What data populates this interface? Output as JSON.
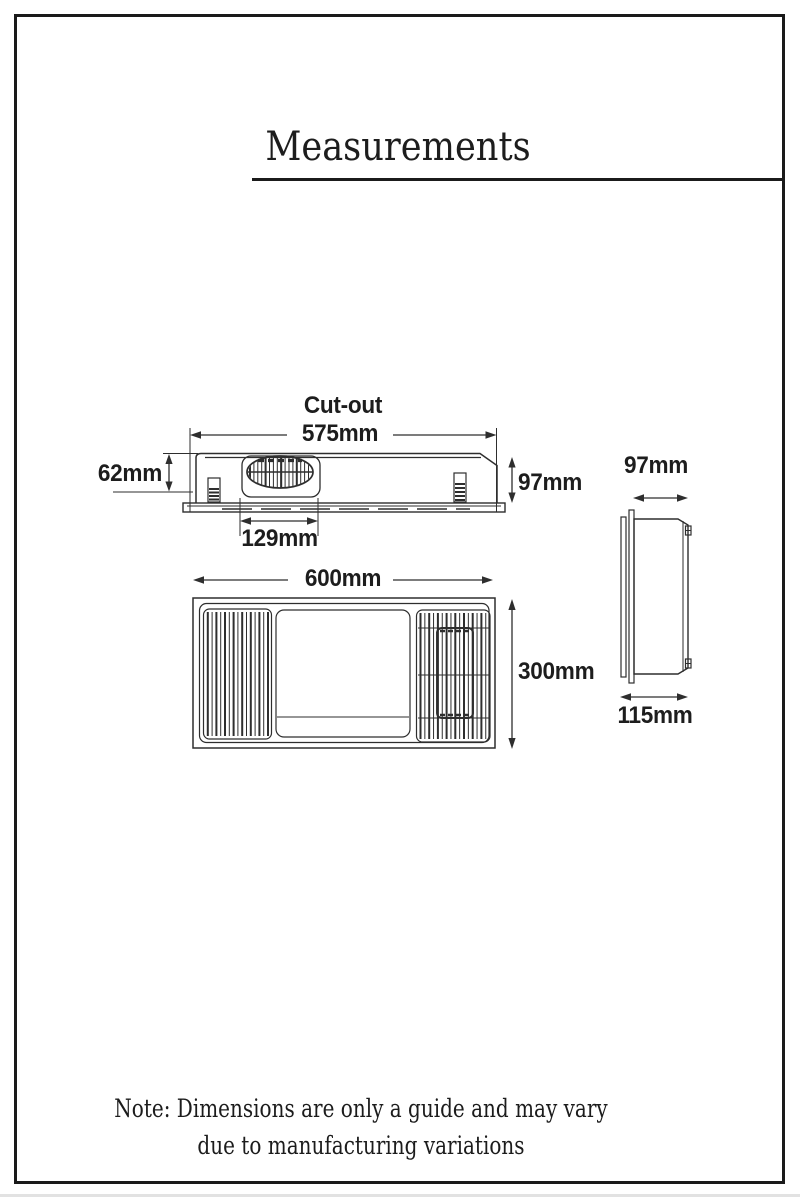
{
  "page": {
    "title": "Measurements",
    "note_line1": "Note: Dimensions are only a guide and may vary",
    "note_line2": "due to manufacturing variations"
  },
  "top_view": {
    "cutout_label": "Cut-out",
    "cutout_width": "575mm",
    "flange_height": "62mm",
    "body_height": "97mm",
    "fan_width": "129mm"
  },
  "front_view": {
    "width": "600mm",
    "height": "300mm"
  },
  "side_view": {
    "depth": "97mm",
    "flange_depth": "115mm"
  },
  "colors": {
    "line": "#2e2e2e",
    "text": "#1d1d1d",
    "frame": "#1a1a1a",
    "bottom_divider": "#e2e2e2"
  }
}
